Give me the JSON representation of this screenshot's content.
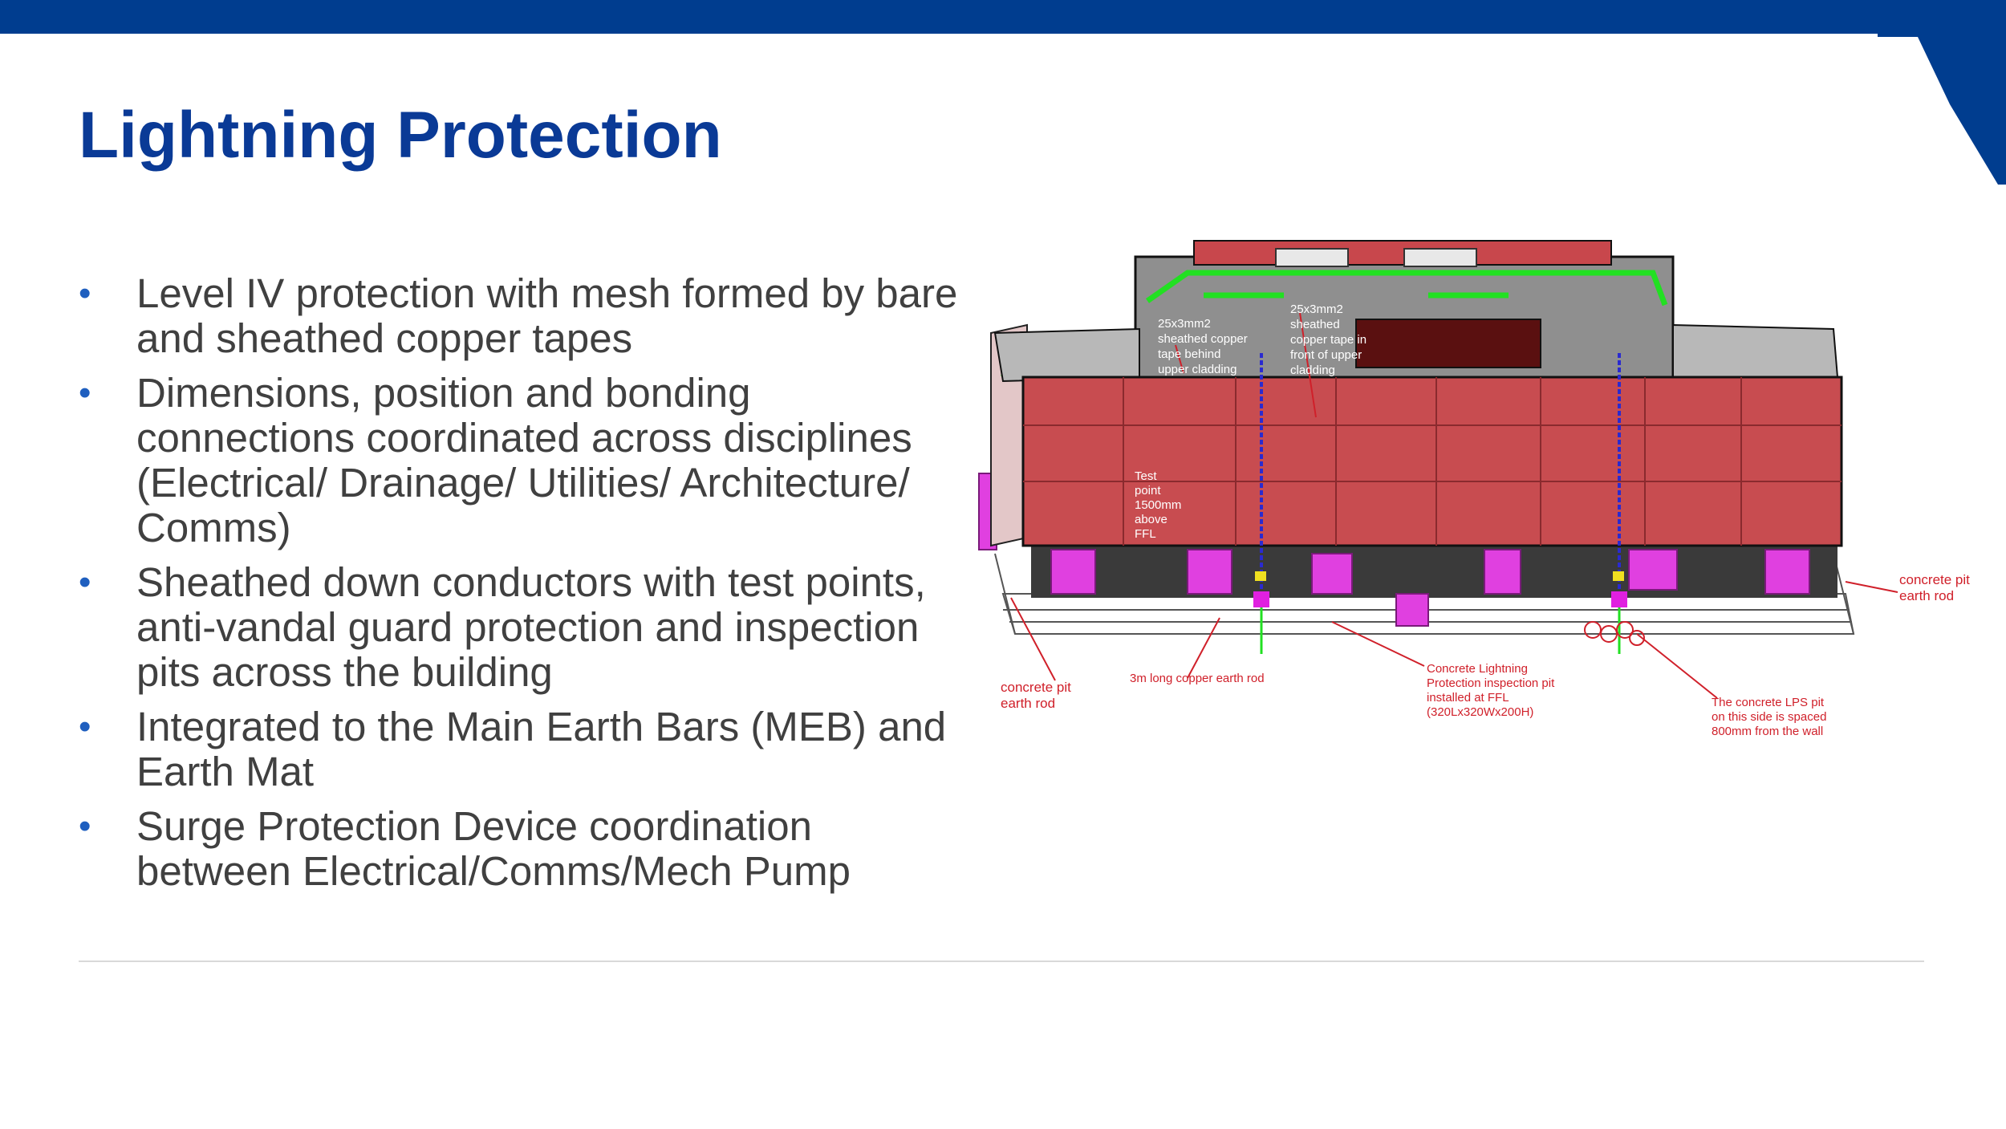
{
  "slide": {
    "title": "Lightning Protection",
    "bullets": [
      "Level IV protection with mesh formed by bare and sheathed copper tapes",
      "Dimensions, position and bonding connections coordinated across disciplines (Electrical/ Drainage/ Utilities/ Architecture/ Comms)",
      "Sheathed down conductors with test points, anti-vandal guard protection and inspection pits across the building",
      "Integrated to the Main Earth Bars (MEB) and Earth Mat",
      "Surge Protection Device coordination between Electrical/Comms/Mech Pump"
    ],
    "bullet_glyph": "•"
  },
  "diagram": {
    "labels": {
      "tape_behind": [
        "25x3mm2",
        "sheathed copper",
        "tape behind",
        "upper cladding"
      ],
      "tape_front": [
        "25x3mm2",
        "sheathed",
        "copper tape in",
        "front of upper",
        "cladding"
      ],
      "test_point": [
        "Test",
        "point",
        "1500mm",
        "above",
        "FFL"
      ],
      "pit_left": [
        "concrete pit",
        "earth rod"
      ],
      "rod": [
        "3m long copper earth rod"
      ],
      "inspection_pit": [
        "Concrete Lightning",
        "Protection inspection pit",
        "installed at FFL",
        "(320Lx320Wx200H)"
      ],
      "lps_pit": [
        "The concrete LPS pit",
        "on this side is spaced",
        "800mm from the wall"
      ],
      "pit_right": [
        "concrete pit",
        "earth rod"
      ]
    }
  },
  "colors": {
    "brand_blue": "#003d8f",
    "title_blue": "#0a3a96",
    "annotation_red": "#d0202a",
    "building_red": "#cc4a4f",
    "mesh_green": "#22e022",
    "pit_magenta": "#e040e0"
  }
}
